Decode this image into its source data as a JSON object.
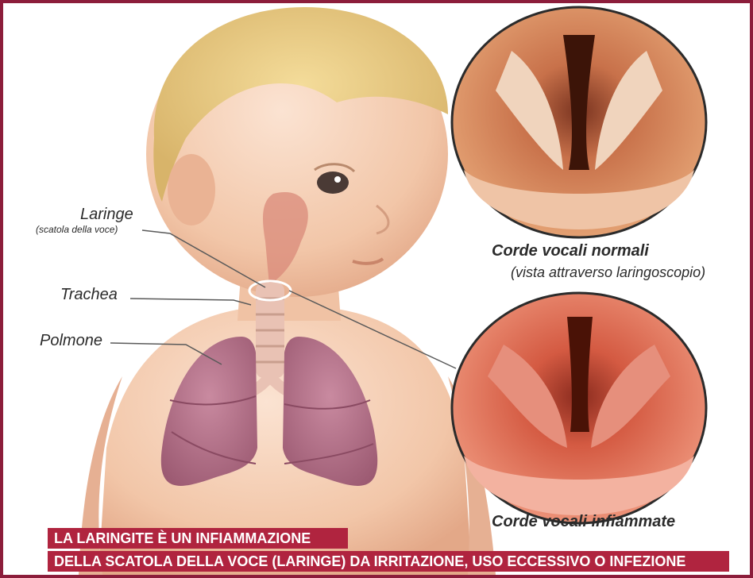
{
  "labels": {
    "larynx": "Laringe",
    "larynx_sub": "(scatola della voce)",
    "trachea": "Trachea",
    "lung": "Polmone"
  },
  "captions": {
    "normal_title": "Corde vocali normali",
    "normal_sub": "(vista attraverso laringoscopio)",
    "inflamed_title": "Corde vocali infiammate"
  },
  "banner": {
    "line1": "LA LARINGITE È UN INFIAMMAZIONE",
    "line2": "DELLA SCATOLA DELLA VOCE (LARINGE) DA IRRITAZIONE, USO ECCESSIVO O INFEZIONE"
  },
  "colors": {
    "frame": "#8c1d3b",
    "banner": "#b0243f",
    "skin": "#f3cdb2",
    "lung": "#b9788f",
    "normal_larynx": "#d98a5a",
    "inflamed_larynx": "#d8604a"
  }
}
